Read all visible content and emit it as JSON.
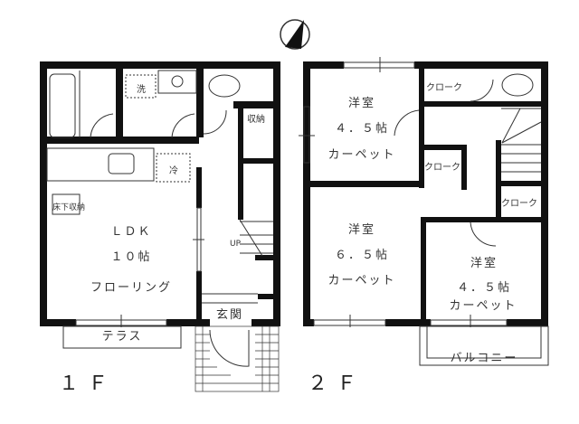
{
  "compass": {
    "icon": "north-arrow-icon"
  },
  "floor1": {
    "label": "１Ｆ",
    "rooms": {
      "ldk": {
        "name": "ＬＤＫ",
        "size": "１０帖",
        "floor": "フローリング"
      },
      "washer": "洗",
      "fridge": "冷",
      "storage": "収納",
      "underfloor": "床下収納",
      "entrance": "玄関",
      "terrace": "テラス",
      "stairs": "UP"
    }
  },
  "floor2": {
    "label": "２Ｆ",
    "rooms": {
      "room_a": {
        "name": "洋室",
        "size": "４．５帖",
        "floor": "カーペット"
      },
      "room_b": {
        "name": "洋室",
        "size": "６．５帖",
        "floor": "カーペット"
      },
      "room_c": {
        "name": "洋室",
        "size": "４．５帖",
        "floor": "カーペット"
      },
      "closet1": "クローク",
      "closet2": "クローク",
      "closet3": "クローク",
      "balcony": "バルコニー"
    }
  }
}
